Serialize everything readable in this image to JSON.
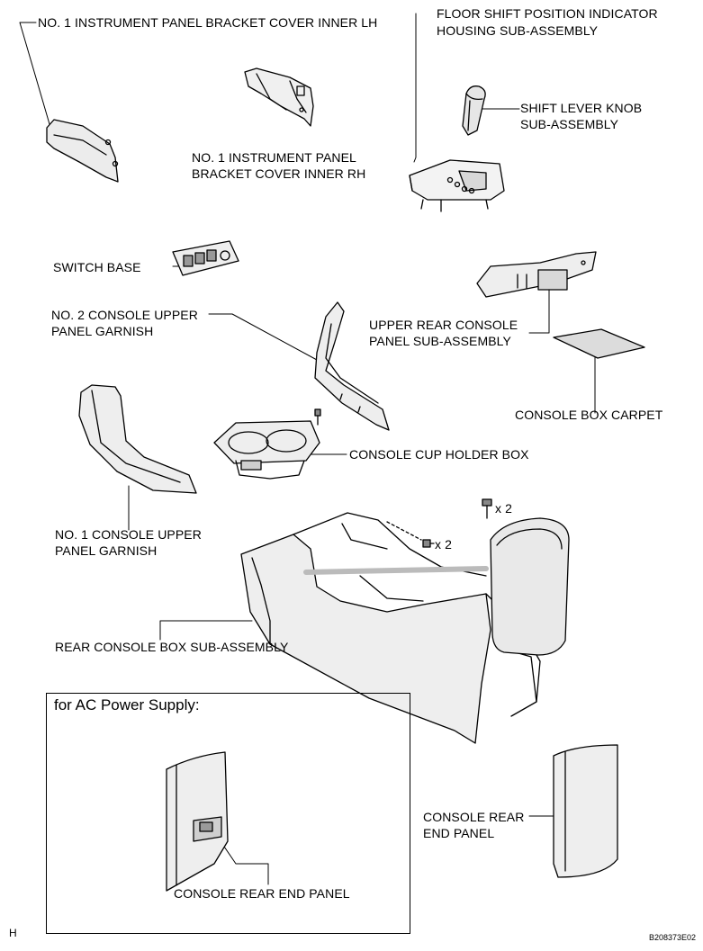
{
  "labels": {
    "bracket_lh": "NO. 1 INSTRUMENT PANEL BRACKET COVER INNER LH",
    "bracket_rh_1": "NO. 1 INSTRUMENT PANEL",
    "bracket_rh_2": "BRACKET COVER INNER RH",
    "floor_shift_1": "FLOOR SHIFT POSITION INDICATOR",
    "floor_shift_2": "HOUSING SUB-ASSEMBLY",
    "knob_1": "SHIFT LEVER KNOB",
    "knob_2": "SUB-ASSEMBLY",
    "switch_base": "SWITCH BASE",
    "no2_garnish_1": "NO. 2 CONSOLE UPPER",
    "no2_garnish_2": "PANEL GARNISH",
    "upper_rear_1": "UPPER REAR CONSOLE",
    "upper_rear_2": "PANEL SUB-ASSEMBLY",
    "carpet": "CONSOLE BOX CARPET",
    "cup_holder": "CONSOLE CUP HOLDER BOX",
    "x2_right": "x 2",
    "x2_middle": "x 2",
    "no1_garnish_1": "NO. 1 CONSOLE UPPER",
    "no1_garnish_2": "PANEL GARNISH",
    "rear_console": "REAR CONSOLE BOX SUB-ASSEMBLY",
    "ac_title": "for AC Power Supply:",
    "rear_end_1": "CONSOLE REAR",
    "rear_end_2": "END PANEL",
    "ac_rear_end": "CONSOLE REAR END PANEL",
    "corner": "H",
    "code": "B208373E02"
  }
}
